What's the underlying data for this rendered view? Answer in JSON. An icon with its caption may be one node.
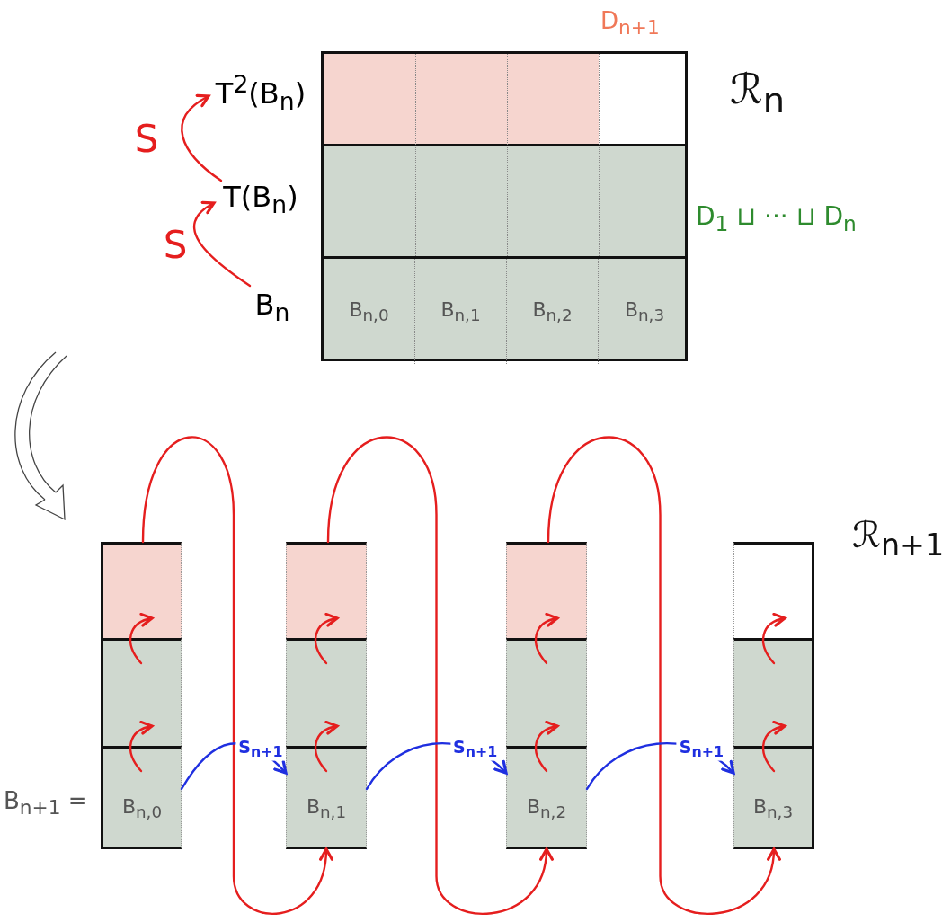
{
  "diagram": {
    "nodes": [
      {
        "text": [
          "T$^{2}$(B$_{n}$)"
        ]
      },
      {
        "text": [
          "T(B$_{n}$)"
        ]
      },
      {
        "text": [
          "B$_{n}$"
        ]
      },
      {
        "text": [],
        "shape": "box"
      },
      {
        "text": [
          "B$_{n,0}$"
        ],
        "in": 3
      },
      {
        "text": [
          "B$_{n,1}$"
        ],
        "in": 3
      },
      {
        "text": [
          "B$_{n,2}$"
        ],
        "in": 3
      },
      {
        "text": [
          "B$_{n,3}$"
        ],
        "in": 3
      },
      {
        "text": [],
        "shape": "box"
      },
      {
        "text": [],
        "shape": "box"
      },
      {
        "text": [
          "B$_{n,0}$"
        ]
      },
      {
        "text": [],
        "shape": "box"
      },
      {
        "text": [],
        "shape": "box"
      },
      {
        "text": [
          "B$_{n,1}$"
        ]
      },
      {
        "text": [],
        "shape": "box"
      },
      {
        "text": [],
        "shape": "box"
      },
      {
        "text": [
          "B$_{n,2}$"
        ]
      },
      {
        "text": [],
        "shape": "box"
      },
      {
        "text": [],
        "shape": "box"
      },
      {
        "text": [
          "B$_{n,3}$"
        ]
      }
    ],
    "edges": [
      {
        "from": 2,
        "to": 1,
        "arrow": "to",
        "label": "S"
      },
      {
        "from": 1,
        "to": 0,
        "arrow": "to",
        "label": "S"
      },
      {
        "from": 10,
        "to": 9,
        "arrow": "to"
      },
      {
        "from": 9,
        "to": 8,
        "arrow": "to"
      },
      {
        "from": 13,
        "to": 12,
        "arrow": "to"
      },
      {
        "from": 12,
        "to": 11,
        "arrow": "to"
      },
      {
        "from": 16,
        "to": 15,
        "arrow": "to"
      },
      {
        "from": 15,
        "to": 14,
        "arrow": "to"
      },
      {
        "from": 19,
        "to": 18,
        "arrow": "to"
      },
      {
        "from": 18,
        "to": 17,
        "arrow": "to"
      },
      {
        "from": 8,
        "to": 13,
        "arrow": "to"
      },
      {
        "from": 11,
        "to": 16,
        "arrow": "to"
      },
      {
        "from": 14,
        "to": 19,
        "arrow": "to"
      },
      {
        "from": 10,
        "to": 13,
        "arrow": "to",
        "label": "S$_{n+1}$",
        "color": "#1f2fe0"
      },
      {
        "from": 13,
        "to": 16,
        "arrow": "to",
        "label": "S$_{n+1}$",
        "color": "#1f2fe0"
      },
      {
        "from": 16,
        "to": 19,
        "arrow": "to",
        "label": "S$_{n+1}$",
        "color": "#1f2fe0"
      }
    ],
    "labels": [
      "D$_{n+1}$",
      "ℛ$_{n}$",
      "D$_{1}$ ⊔ ··· ⊔ D$_{n}$",
      "ℛ$_{n+1}$",
      "B$_{n+1}$ ="
    ]
  }
}
